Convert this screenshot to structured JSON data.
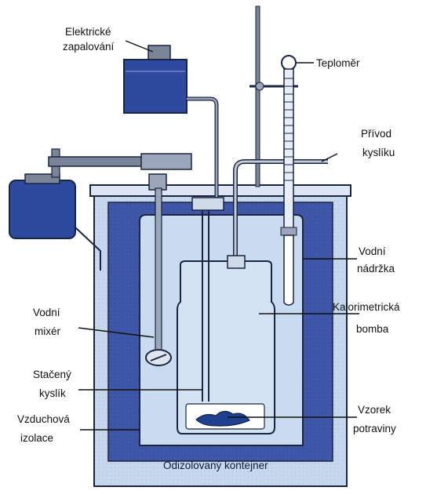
{
  "labels": {
    "ignition": [
      "Elektrické",
      "zapalování"
    ],
    "thermometer": "Teploměr",
    "oxygen_supply": [
      "Přívod",
      "kyslíku"
    ],
    "water_tank": [
      "Vodní",
      "nádržka"
    ],
    "bomb": [
      "Kalorimetrická",
      "bomba"
    ],
    "water_mixer": [
      "Vodní",
      "mixér"
    ],
    "compressed_oxygen": [
      "Stačený",
      "kyslík"
    ],
    "air_insulation": [
      "Vzduchová",
      "izolace"
    ],
    "food_sample": [
      "Vzorek",
      "potraviny"
    ],
    "insulated_container": "Odizolovaný kontejner"
  },
  "colors": {
    "outer_container": "#bfd3ea",
    "insulation_band": "#3f57a8",
    "water": "#c9dcef",
    "box_blue": "#2e4a9e",
    "lid": "#dde6f2",
    "metal": "#7a8597",
    "outline": "#1a2540"
  }
}
